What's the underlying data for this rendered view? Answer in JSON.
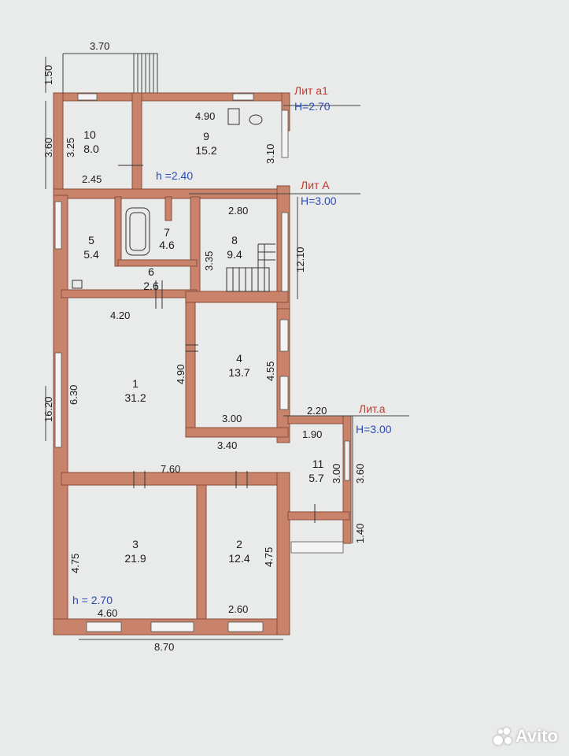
{
  "colors": {
    "wall": "#c8836a",
    "wall_dark": "#8a4e3a",
    "paper": "#e9eaea",
    "line": "#444444",
    "lit_red": "#c0392b",
    "height_blue": "#2a4bb8"
  },
  "labels": {
    "lit_a1": "Лит а1",
    "h_a1": "H=2.70",
    "lit_A": "Лит А",
    "h_A": "H=3.00",
    "lit_a": "Лит.а",
    "h_a": "H=3.00",
    "h_inner_a1": "h =2.40",
    "h_inner_main": "h = 2.70"
  },
  "rooms": [
    {
      "num": "10",
      "area": "8.0"
    },
    {
      "num": "9",
      "area": "15.2"
    },
    {
      "num": "5",
      "area": "5.4"
    },
    {
      "num": "7",
      "area": "4.6"
    },
    {
      "num": "6",
      "area": "2.6"
    },
    {
      "num": "8",
      "area": "9.4"
    },
    {
      "num": "1",
      "area": "31.2"
    },
    {
      "num": "4",
      "area": "13.7"
    },
    {
      "num": "11",
      "area": "5.7"
    },
    {
      "num": "3",
      "area": "21.9"
    },
    {
      "num": "2",
      "area": "12.4"
    }
  ],
  "dims": {
    "top_370": "3.70",
    "left_150": "1.50",
    "d490": "4.90",
    "left_360": "3.60",
    "d325": "3.25",
    "d310": "3.10",
    "d245": "2.45",
    "d280": "2.80",
    "d335": "3.35",
    "d1210": "12.10",
    "d420": "4.20",
    "d490b": "4.90",
    "d455": "4.55",
    "d1620": "16.20",
    "d630": "6.30",
    "d300": "3.00",
    "d220": "2.20",
    "d190": "1.90",
    "d340": "3.40",
    "d760": "7.60",
    "d300b": "3.00",
    "d360b": "3.60",
    "d140": "1.40",
    "d475a": "4.75",
    "d475b": "4.75",
    "d460": "4.60",
    "d260": "2.60",
    "d870": "8.70"
  },
  "watermark": {
    "text": "Avito"
  }
}
